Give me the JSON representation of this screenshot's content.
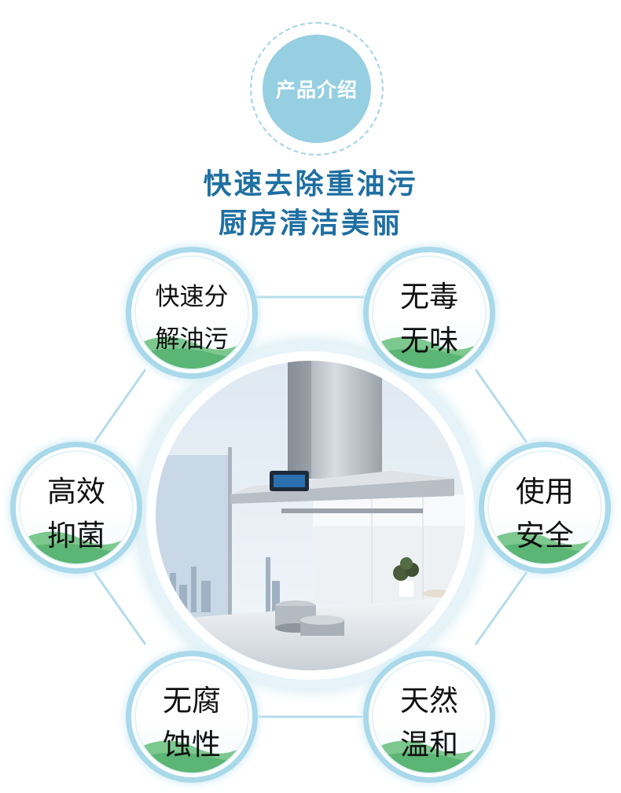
{
  "badge": {
    "text": "产品介绍"
  },
  "headline": {
    "line1": "快速去除重油污",
    "line2": "厨房清洁美丽"
  },
  "features": [
    {
      "line1": "快速分",
      "line2": "解油污"
    },
    {
      "line1": "无毒",
      "line2": "无味"
    },
    {
      "line1": "高效",
      "line2": "抑菌"
    },
    {
      "line1": "使用",
      "line2": "安全"
    },
    {
      "line1": "无腐",
      "line2": "蚀性"
    },
    {
      "line1": "天然",
      "line2": "温和"
    }
  ],
  "colors": {
    "accent": "#1f6fa2",
    "badge": "#96cfe1",
    "ring": "#a9d9ea",
    "hill": "#6cc383"
  }
}
